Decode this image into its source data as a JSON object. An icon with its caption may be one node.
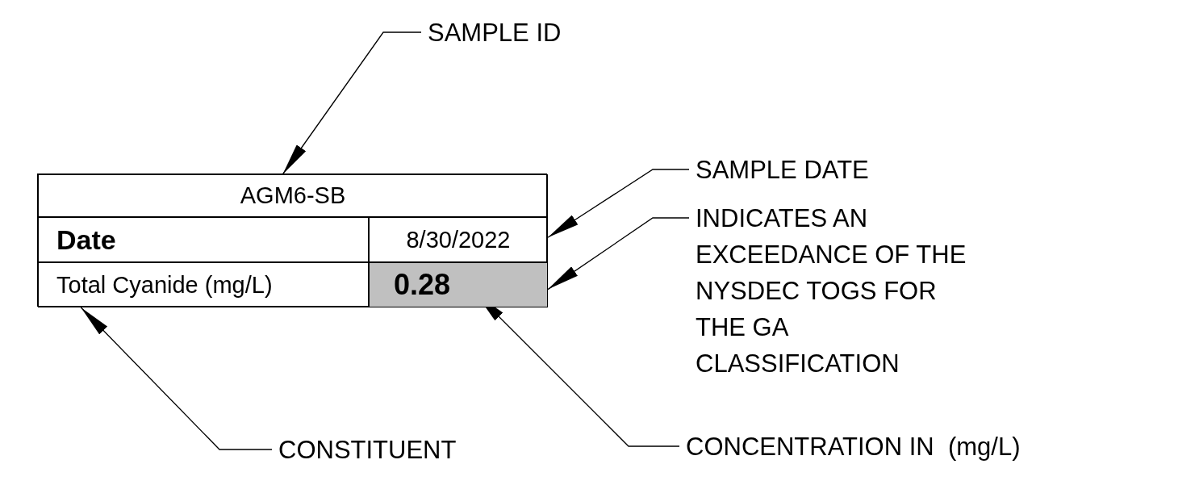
{
  "diagram": {
    "nodes": [
      {
        "text": [
          "SAMPLE ID"
        ]
      },
      {
        "text": [],
        "shape": "box"
      },
      {
        "text": [
          "AGM6-SB"
        ],
        "in": 1
      },
      {
        "text": [
          "Date"
        ],
        "in": 1
      },
      {
        "text": [
          "8/30/2022"
        ],
        "in": 1
      },
      {
        "text": [
          "Total Cyanide (mg/L)"
        ],
        "in": 1
      },
      {
        "text": [
          "0.28"
        ],
        "in": 1
      },
      {
        "text": [
          "SAMPLE DATE"
        ]
      },
      {
        "text": [
          "INDICATES AN EXCEEDANCE OF THE NYSDEC TOGS FOR THE GA CLASSIFICATION"
        ]
      },
      {
        "text": [
          "CONSTITUENT"
        ]
      },
      {
        "text": [
          "CONCENTRATION IN  (mg/L)"
        ]
      }
    ],
    "edges": [
      {
        "from": 0,
        "to": 2,
        "arrow": "to"
      },
      {
        "from": 7,
        "to": 4,
        "arrow": "to"
      },
      {
        "from": 8,
        "to": 6,
        "arrow": "to"
      },
      {
        "from": 9,
        "to": 5,
        "arrow": "to"
      },
      {
        "from": 10,
        "to": 6,
        "arrow": "to"
      }
    ]
  }
}
